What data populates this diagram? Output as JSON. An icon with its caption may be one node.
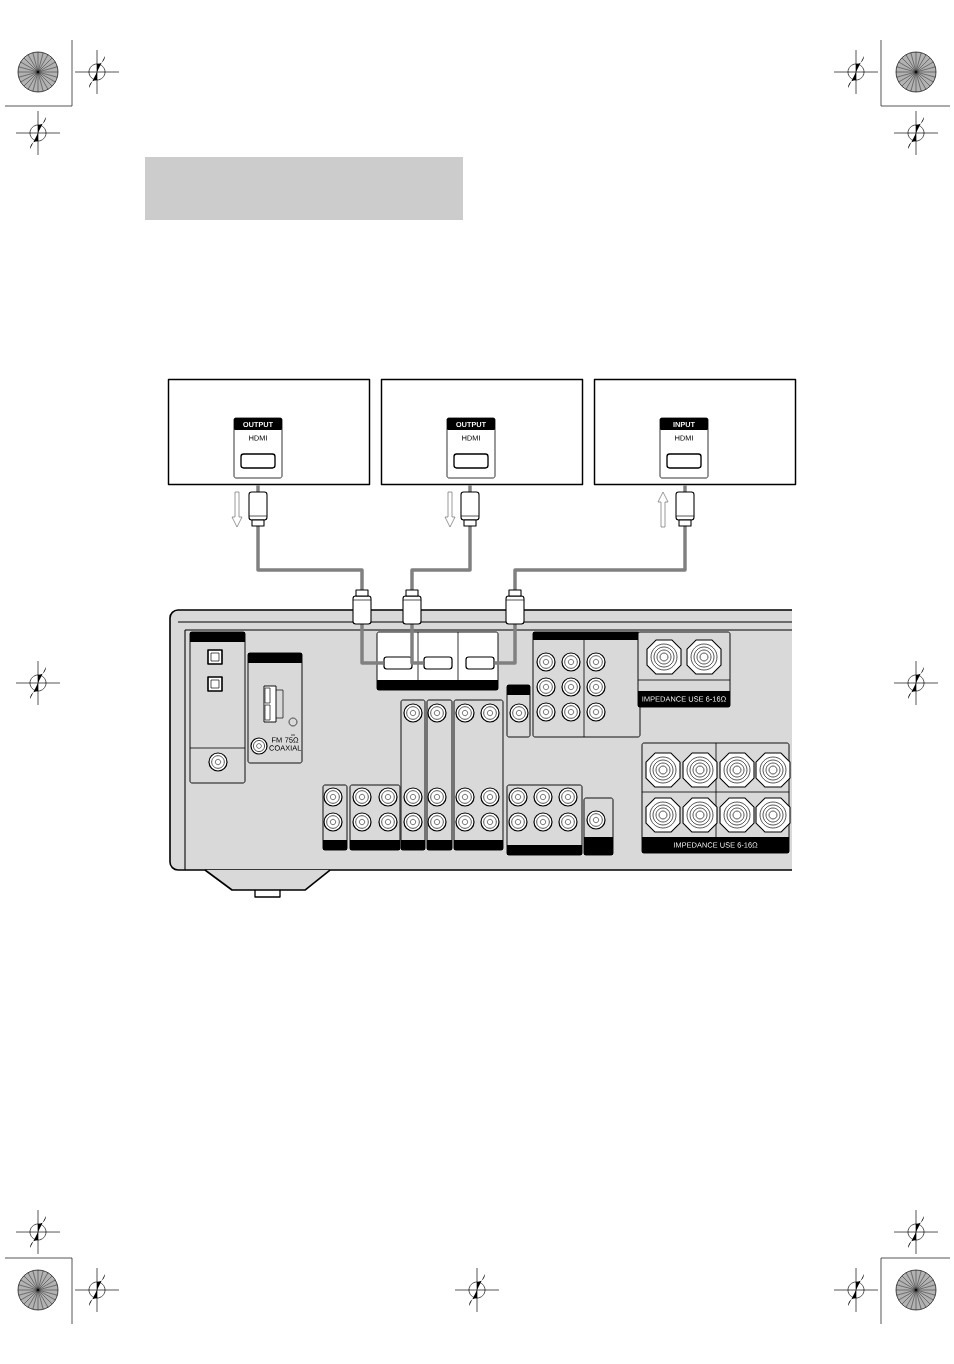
{
  "diagram": {
    "nodes": [
      {
        "text": [],
        "shape": "box"
      },
      {
        "text": [
          "OUTPUT",
          "HDMI"
        ]
      },
      {
        "text": [
          "OUTPUT",
          "HDMI"
        ]
      },
      {
        "text": [
          "INPUT",
          "HDMI"
        ]
      },
      {
        "text": [],
        "shape": "box"
      },
      {
        "text": [],
        "shape": "box"
      },
      {
        "text": [],
        "shape": "box"
      }
    ],
    "edges": [
      {
        "from": 1,
        "to": 4,
        "arrow": "none"
      },
      {
        "from": 2,
        "to": 5,
        "arrow": "none"
      },
      {
        "from": 3,
        "to": 6,
        "arrow": "none"
      }
    ],
    "labels": [
      "FM 75Ω COAXIAL",
      "IMPEDANCE USE 6-16Ω",
      "IMPEDANCE USE 6-16Ω"
    ]
  }
}
